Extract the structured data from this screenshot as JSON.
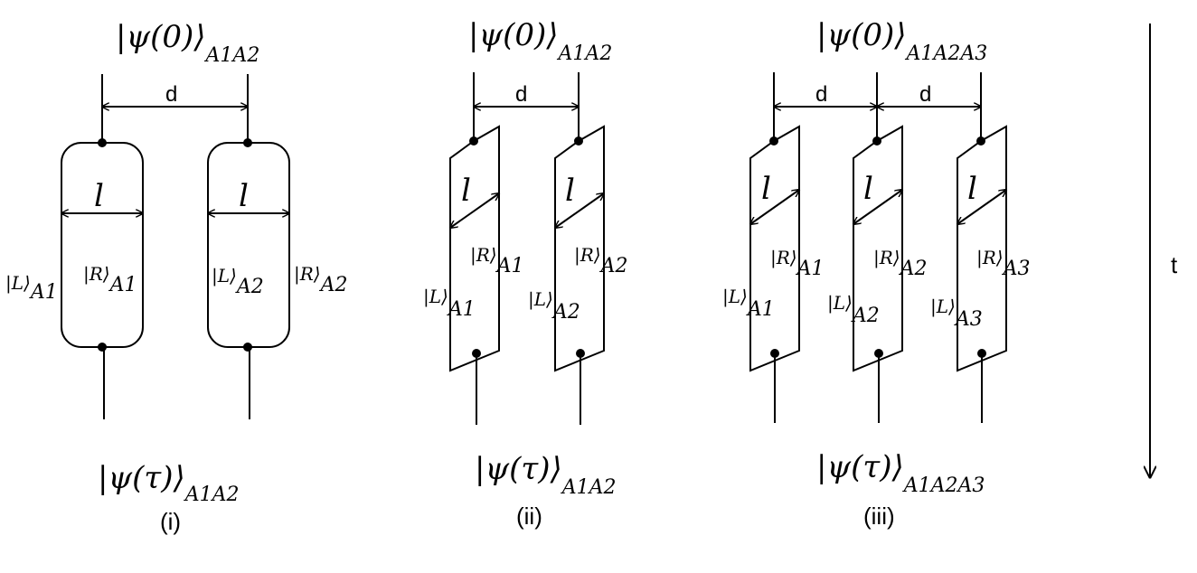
{
  "time_label": "t",
  "distance_label": "d",
  "length_label": "l",
  "panels": [
    {
      "caption": "(i)",
      "top_state": {
        "ket": "|ψ(0)⟩",
        "sub": "A1A2"
      },
      "bottom_state": {
        "ket": "|ψ(τ)⟩",
        "sub": "A1A2"
      },
      "paths": [
        {
          "left_ket": "|L⟩",
          "left_sub": "A1",
          "right_ket": "|R⟩",
          "right_sub": "A1"
        },
        {
          "left_ket": "|L⟩",
          "left_sub": "A2",
          "right_ket": "|R⟩",
          "right_sub": "A2"
        }
      ]
    },
    {
      "caption": "(ii)",
      "top_state": {
        "ket": "|ψ(0)⟩",
        "sub": "A1A2"
      },
      "bottom_state": {
        "ket": "|ψ(τ)⟩",
        "sub": "A1A2"
      },
      "paths": [
        {
          "left_ket": "|L⟩",
          "left_sub": "A1",
          "right_ket": "|R⟩",
          "right_sub": "A1"
        },
        {
          "left_ket": "|L⟩",
          "left_sub": "A2",
          "right_ket": "|R⟩",
          "right_sub": "A2"
        }
      ]
    },
    {
      "caption": "(iii)",
      "top_state": {
        "ket": "|ψ(0)⟩",
        "sub": "A1A2A3"
      },
      "bottom_state": {
        "ket": "|ψ(τ)⟩",
        "sub": "A1A2A3"
      },
      "paths": [
        {
          "left_ket": "|L⟩",
          "left_sub": "A1",
          "right_ket": "|R⟩",
          "right_sub": "A1"
        },
        {
          "left_ket": "|L⟩",
          "left_sub": "A2",
          "right_ket": "|R⟩",
          "right_sub": "A2"
        },
        {
          "left_ket": "|L⟩",
          "left_sub": "A3",
          "right_ket": "|R⟩",
          "right_sub": "A3"
        }
      ]
    }
  ]
}
